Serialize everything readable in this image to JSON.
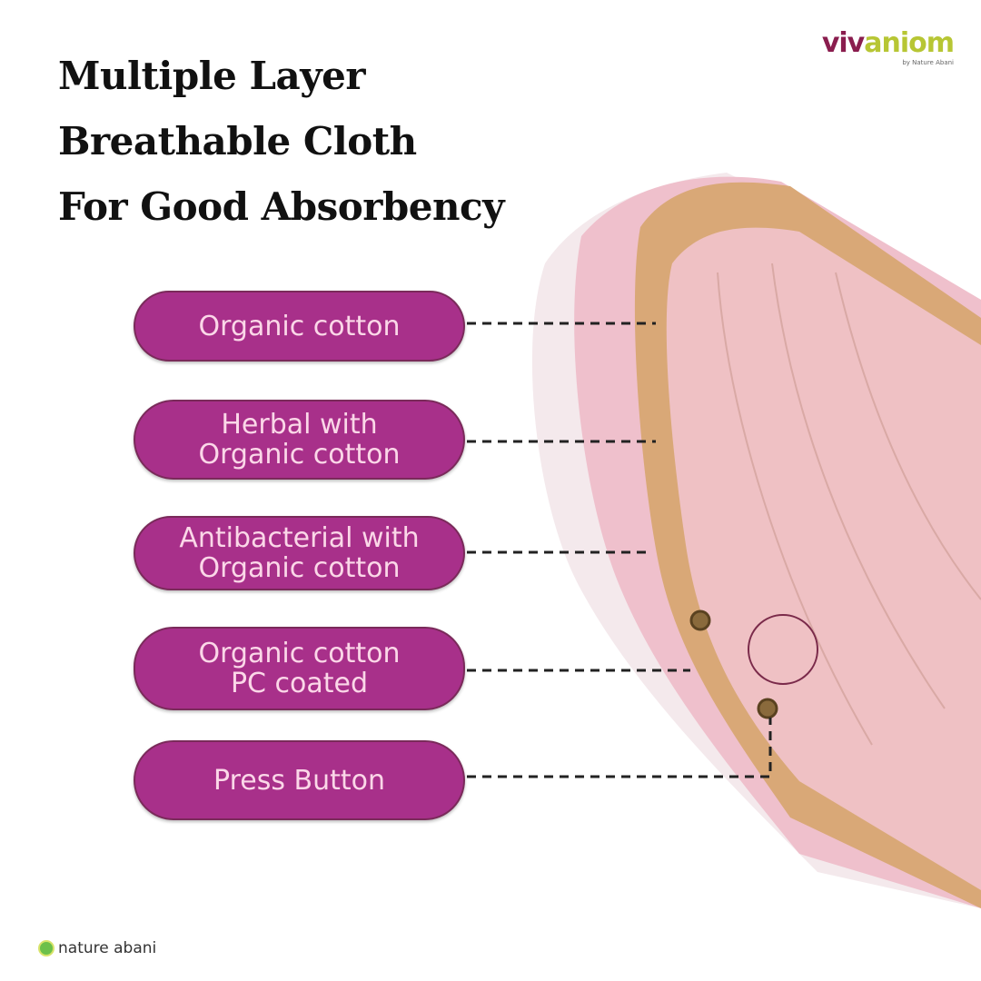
{
  "headline": [
    "Multiple Layer",
    "Breathable Cloth",
    "For Good Absorbency"
  ],
  "brand_logo": {
    "part1": "viv",
    "part2": "aniom",
    "tagline": "by Nature Abani"
  },
  "layers": [
    {
      "lines": [
        "Organic cotton"
      ]
    },
    {
      "lines": [
        "Herbal with",
        "Organic cotton"
      ]
    },
    {
      "lines": [
        "Antibacterial with",
        "Organic cotton"
      ]
    },
    {
      "lines": [
        "Organic cotton",
        "PC coated"
      ]
    },
    {
      "lines": [
        "Press Button"
      ]
    }
  ],
  "footer_logo": {
    "text": "nature abani"
  },
  "colors": {
    "pill": "#a8308a",
    "pill_text": "#fbd7e8",
    "pad_pink": "#f2c3cf",
    "pad_tan": "#d9a877"
  }
}
